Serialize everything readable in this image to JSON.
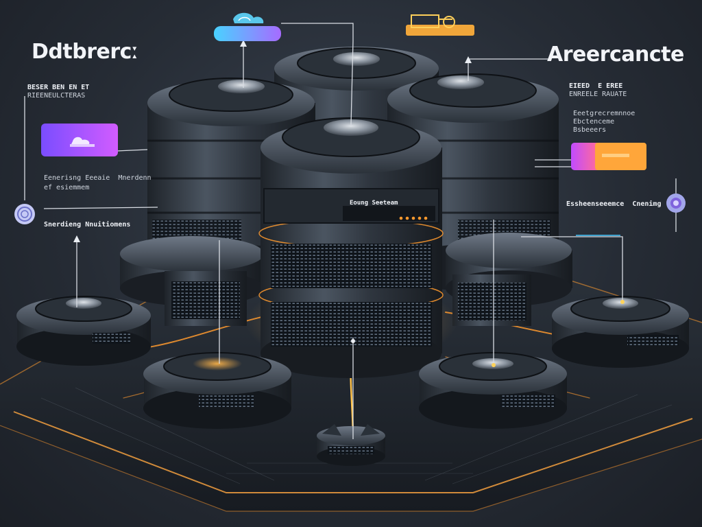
{
  "titles": {
    "left": "Ddtbrercː",
    "right": "Areercancte"
  },
  "labels": {
    "left_top_line1": "BESER BEN EN ET",
    "left_top_line2": "RIEENEULCTERAS",
    "left_mid": "Eenerisng Eeeaie  Mnerdenn",
    "left_mid_small": "ef esiemmem",
    "left_bottom": "Snerdieng Nnuitiomens",
    "center_panel": "Eoung Seeteam",
    "right_top_line1": "EIEED  E EREE",
    "right_top_line2": "ENREELE RAUATE",
    "right_mid_line1": "Eeetgrecremnnoe",
    "right_mid_line2": "Ebctenceme",
    "right_mid_line3": "Bsbeeers",
    "right_bottom": "Essheenseeemce  Cnenimg"
  },
  "colors": {
    "accent_orange": "#ff9a2e",
    "accent_gold": "#f2b23a",
    "accent_cyan": "#46c8ff",
    "accent_purple": "#8b57ff",
    "metal_dark": "#1d2229",
    "metal_mid": "#3a424d",
    "metal_light": "#6c7683",
    "platform": "#20262e"
  },
  "icons": {
    "cloud_top": "cloud-icon",
    "folder_top": "folder-icon",
    "cloud_chip_left": "cloud-chip-icon",
    "chip_right": "gradient-chip-icon",
    "ring_left": "ring-node-icon",
    "ring_right": "ring-node-icon"
  }
}
